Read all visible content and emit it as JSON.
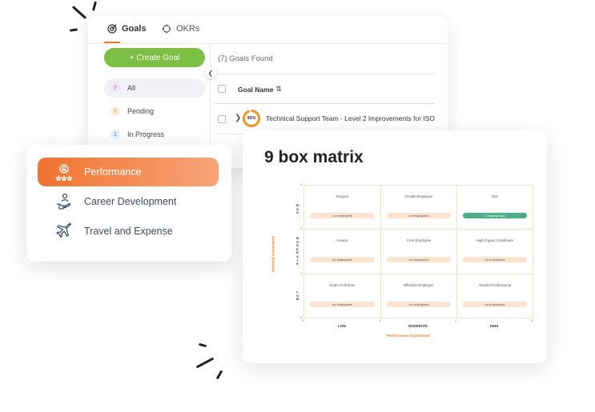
{
  "tabs": {
    "goals": "Goals",
    "okrs": "OKRs"
  },
  "create_button": "+ Create Goal",
  "filters": [
    {
      "count": "7",
      "label": "All",
      "badge_bg": "#efe5fb",
      "badge_fg": "#9b59d0"
    },
    {
      "count": "6",
      "label": "Pending",
      "badge_bg": "#fff0dd",
      "badge_fg": "#f0932b"
    },
    {
      "count": "1",
      "label": "In Progress",
      "badge_bg": "#e3f0fb",
      "badge_fg": "#3a8ed6"
    }
  ],
  "goals_found": "(7) Goals Found",
  "table": {
    "column_header": "Goal Name",
    "row": {
      "progress": 95,
      "progress_label": "95%",
      "name": "Technical Support Team - Level 2 Improvements for ISO"
    }
  },
  "menu": {
    "items": [
      {
        "label": "Performance",
        "icon": "performance-icon"
      },
      {
        "label": "Career Development",
        "icon": "career-development-icon"
      },
      {
        "label": "Travel and Expense",
        "icon": "airplane-icon"
      }
    ]
  },
  "matrix": {
    "title": "9 box matrix",
    "y_axis_title": "Potential Assessment",
    "x_axis_title": "Performance Assessment",
    "y_ticks": [
      "3",
      "2",
      "1",
      "0"
    ],
    "x_ticks": [
      "0",
      "1",
      "2",
      "3"
    ],
    "y_levels": [
      "HIGH",
      "MODERATE",
      "LOW"
    ],
    "x_levels": [
      "LOW",
      "MODERATE",
      "HIGH"
    ],
    "cells": [
      {
        "label": "Enigma",
        "status": "no employees"
      },
      {
        "label": "Growth Employee",
        "status": "no employees"
      },
      {
        "label": "Star",
        "status": "1 employee(s)"
      },
      {
        "label": "Assess",
        "status": "no employees"
      },
      {
        "label": "Core Employee",
        "status": "no employees"
      },
      {
        "label": "High Impact Contributor",
        "status": "no employees"
      },
      {
        "label": "Under Performer",
        "status": "no employees"
      },
      {
        "label": "Effective Employee",
        "status": "no employees"
      },
      {
        "label": "Trusted Professional",
        "status": "no employees"
      }
    ]
  },
  "colors": {
    "accent_orange": "#f07430",
    "primary_green": "#7cbf44",
    "highlight_green": "#4cb087"
  }
}
